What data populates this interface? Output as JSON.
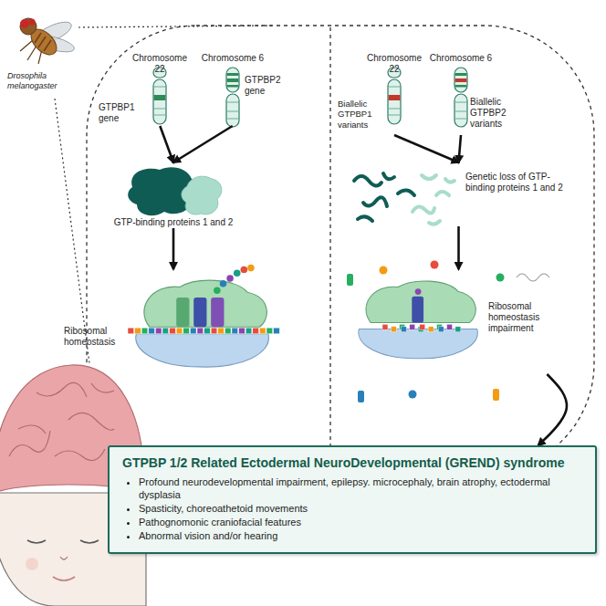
{
  "diagram": {
    "nodes": [
      {
        "text": [
          "Chromosome 22",
          "GTPBP1 gene"
        ]
      },
      {
        "text": [
          "Chromosome 6",
          "GTPBP2 gene"
        ]
      },
      {
        "text": [
          "GTP-binding proteins 1 and 2"
        ]
      },
      {
        "text": [
          "Ribosomal homeostasis"
        ]
      },
      {
        "text": [
          "Chromosome 22",
          "Biallelic GTPBP1 variants"
        ]
      },
      {
        "text": [
          "Chromosome 6",
          "Biallelic GTPBP2 variants"
        ]
      },
      {
        "text": [
          "Genetic loss of GTP-binding proteins 1 and 2"
        ]
      },
      {
        "text": [
          "Ribosomal homeostasis impairment"
        ]
      },
      {
        "text": [
          "GTPBP 1/2 Related Ectodermal NeuroDevelopmental (GREND) syndrome",
          "Profound neurodevelopmental impairment, epilepsy. microcephaly, brain atrophy, ectodermal dysplasia",
          "Spasticity, choreoathetoid movements",
          "Pathognomonic craniofacial features",
          "Abnormal vision and/or hearing"
        ]
      }
    ],
    "edges": [
      {
        "from": 0,
        "to": 2,
        "arrow": "to"
      },
      {
        "from": 1,
        "to": 2,
        "arrow": "to"
      },
      {
        "from": 2,
        "to": 3,
        "arrow": "to"
      },
      {
        "from": 4,
        "to": 6,
        "arrow": "to"
      },
      {
        "from": 5,
        "to": 6,
        "arrow": "to"
      },
      {
        "from": 6,
        "to": 7,
        "arrow": "to"
      },
      {
        "from": 7,
        "to": 8,
        "arrow": "to"
      }
    ],
    "labels": [
      "Drosophila melanogaster"
    ]
  }
}
